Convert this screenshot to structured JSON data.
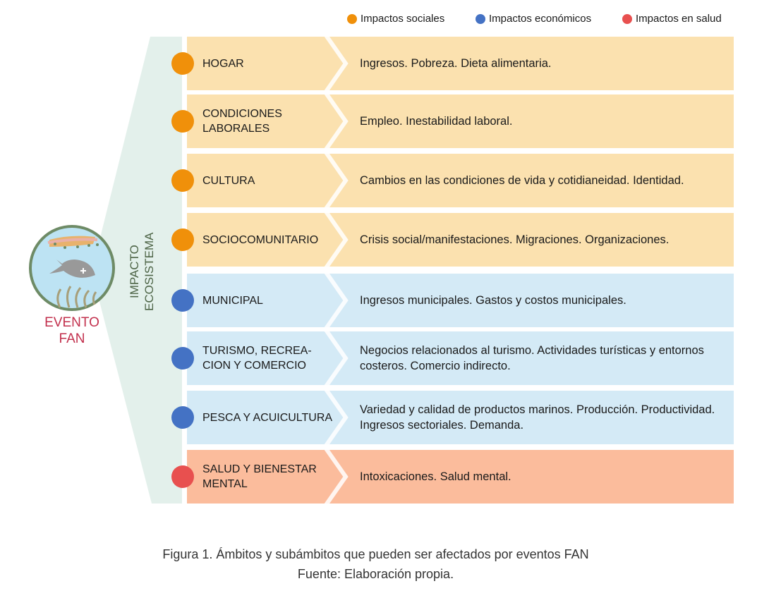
{
  "legend": [
    {
      "label": "Impactos sociales",
      "color": "#F0900A"
    },
    {
      "label": "Impactos económicos",
      "color": "#4472C4"
    },
    {
      "label": "Impactos en salud",
      "color": "#E8504F"
    }
  ],
  "center": {
    "eco_line1": "IMPACTO",
    "eco_line2": "ECOSISTEMA",
    "event_line1": "EVENTO",
    "event_line2": "FAN"
  },
  "rows": [
    {
      "category": "HOGAR",
      "description": "Ingresos. Pobreza. Dieta alimentaria.",
      "type": "social"
    },
    {
      "category": "CONDICIONES LABORALES",
      "description": "Empleo. Inestabilidad laboral.",
      "type": "social"
    },
    {
      "category": "CULTURA",
      "description": "Cambios en las condiciones de vida y cotidianeidad. Identidad.",
      "type": "social"
    },
    {
      "category": "SOCIOCOMUNITARIO",
      "description": "Crisis social/manifestaciones. Migraciones. Organizaciones.",
      "type": "social"
    },
    {
      "category": "MUNICIPAL",
      "description": "Ingresos municipales. Gastos y costos municipales.",
      "type": "economic"
    },
    {
      "category": "TURISMO, RECREA-CION Y COMERCIO",
      "description": "Negocios relacionados al turismo. Actividades turísticas y entornos costeros. Comercio indirecto.",
      "type": "economic"
    },
    {
      "category": "PESCA Y ACUICULTURA",
      "description": "Variedad y calidad de productos marinos. Producción. Productividad. Ingresos sectoriales. Demanda.",
      "type": "economic"
    },
    {
      "category": "SALUD Y BIENESTAR MENTAL",
      "description": "Intoxicaciones. Salud mental.",
      "type": "health"
    }
  ],
  "colors": {
    "social_bg": "#FBE1AF",
    "economic_bg": "#D4EAF6",
    "health_bg": "#FBBC9C",
    "social": "#F0900A",
    "economic": "#4472C4",
    "health": "#E8504F",
    "ecosystem_bg": "#E3F0EB"
  },
  "caption": {
    "line1": "Figura 1. Ámbitos y subámbitos que pueden ser afectados por eventos FAN",
    "line2": "Fuente: Elaboración propia."
  }
}
